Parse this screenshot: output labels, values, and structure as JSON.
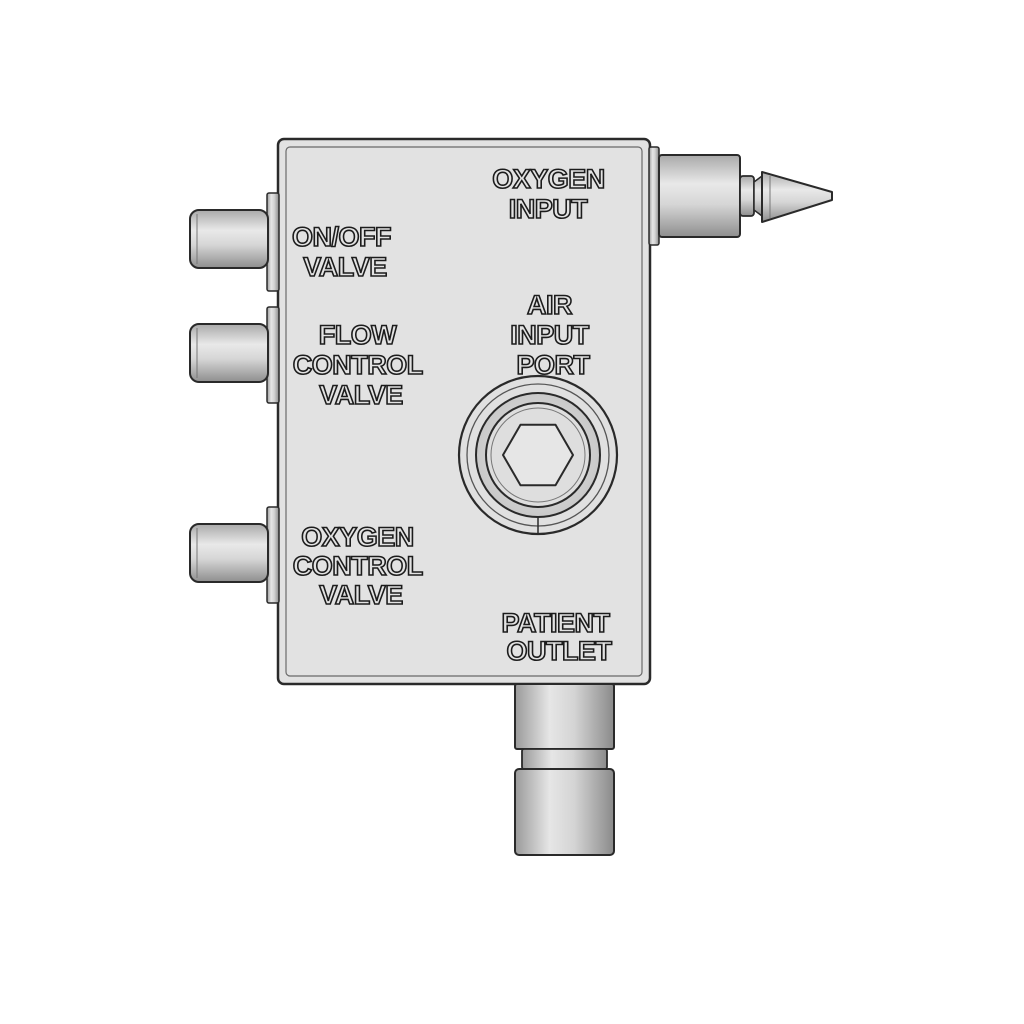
{
  "labels": {
    "oxygen_input": [
      "OXYGEN",
      "INPUT"
    ],
    "on_off_valve": [
      "ON/OFF",
      "VALVE"
    ],
    "air_input_port": [
      "AIR",
      "INPUT",
      "PORT"
    ],
    "flow_control_valve": [
      "FLOW",
      "CONTROL",
      "VALVE"
    ],
    "oxygen_control_valve": [
      "OXYGEN",
      "CONTROL",
      "VALVE"
    ],
    "patient_outlet": [
      "PATIENT",
      "OUTLET"
    ]
  },
  "colors": {
    "body_fill": "#e4e4e4",
    "outline": "#2a2a2a",
    "background": "#ffffff"
  }
}
